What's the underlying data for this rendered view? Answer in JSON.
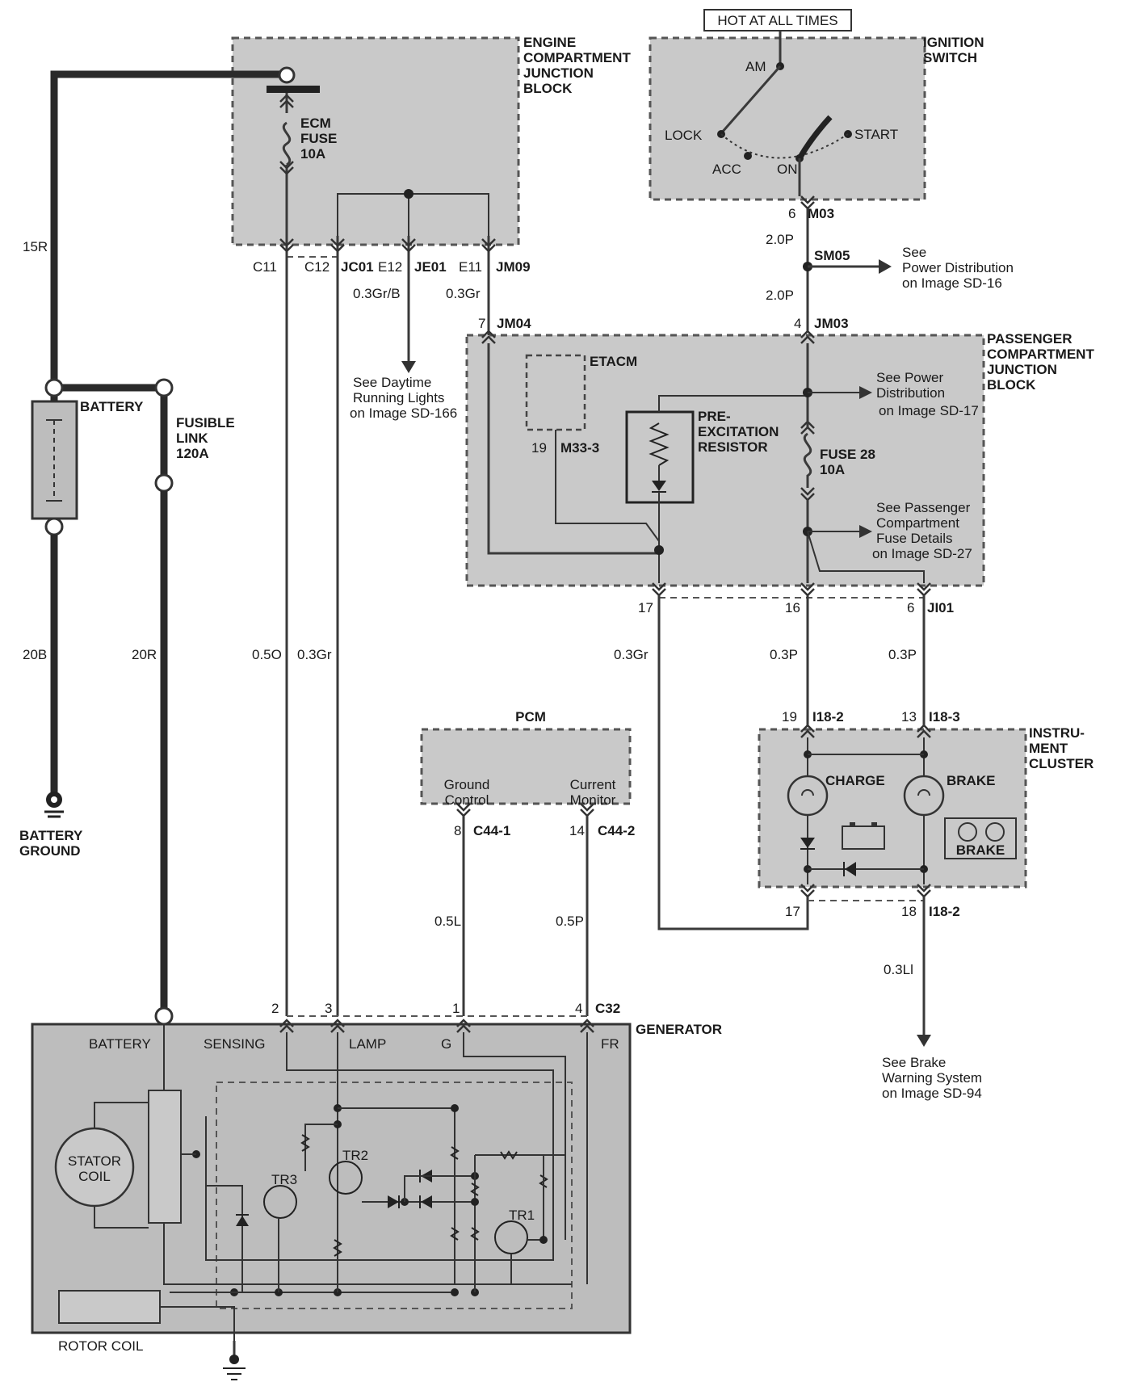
{
  "blocks": {
    "engine_jb": [
      "ENGINE",
      "COMPARTMENT",
      "JUNCTION",
      "BLOCK"
    ],
    "ignition_switch": [
      "IGNITION",
      "SWITCH"
    ],
    "passenger_jb": [
      "PASSENGER",
      "COMPARTMENT",
      "JUNCTION",
      "BLOCK"
    ],
    "pcm": "PCM",
    "instrument_cluster": [
      "INSTRU-",
      "MENT",
      "CLUSTER"
    ],
    "generator": "GENERATOR",
    "etacm": "ETACM"
  },
  "ignition": {
    "hot": "HOT AT ALL TIMES",
    "am": "AM",
    "lock": "LOCK",
    "acc": "ACC",
    "on": "ON",
    "start": "START"
  },
  "ecm_fuse": [
    "ECM",
    "FUSE",
    "10A"
  ],
  "fuse28": [
    "FUSE 28",
    "10A"
  ],
  "pre_excitation": [
    "PRE-",
    "EXCITATION",
    "RESISTOR"
  ],
  "battery": {
    "label": "BATTERY",
    "fusible": [
      "FUSIBLE",
      "LINK",
      "120A"
    ],
    "ground": [
      "BATTERY",
      "GROUND"
    ]
  },
  "wires": {
    "w15R": "15R",
    "w20B": "20B",
    "w20R": "20R",
    "w05O": "0.5O",
    "w03Gr_a": "0.3Gr",
    "w03GrB": "0.3Gr/B",
    "w03Gr_b": "0.3Gr",
    "w20P_a": "2.0P",
    "w20P_b": "2.0P",
    "w03Gr_c": "0.3Gr",
    "w03P_a": "0.3P",
    "w03P_b": "0.3P",
    "w05L": "0.5L",
    "w05P": "0.5P",
    "w03Ll": "0.3Ll"
  },
  "connectors": {
    "c11": "C11",
    "c12": "C12",
    "jc01": "JC01",
    "e12": "E12",
    "je01": "JE01",
    "e11": "E11",
    "jm09": "JM09",
    "p7": "7",
    "jm04": "JM04",
    "p6": "6",
    "m03": "M03",
    "sm05": "SM05",
    "p4": "4",
    "jm03": "JM03",
    "p19": "19",
    "m33": "M33-3",
    "p17": "17",
    "p16": "16",
    "p6b": "6",
    "ji01": "JI01",
    "p19b": "19",
    "i18_2": "I18-2",
    "p13": "13",
    "i18_3": "I18-3",
    "p8": "8",
    "c44_1": "C44-1",
    "p14": "14",
    "c44_2": "C44-2",
    "p17b": "17",
    "p18": "18",
    "i18_2b": "I18-2",
    "g2": "2",
    "g3": "3",
    "g1": "1",
    "g4": "4",
    "c32": "C32"
  },
  "refs": {
    "power_dist": [
      "See",
      "Power Distribution",
      "on Image SD-16"
    ],
    "drl": [
      "See Daytime",
      "Running Lights",
      "on Image SD-166"
    ],
    "power_dist2": [
      "See Power",
      "Distribution",
      "on Image SD-17"
    ],
    "pass_fuse": [
      "See Passenger",
      "Compartment",
      "Fuse Details",
      "on Image SD-27"
    ],
    "brake_warn": [
      "See Brake",
      "Warning System",
      "on Image SD-94"
    ]
  },
  "pcm_pins": {
    "ground": [
      "Ground",
      "Control"
    ],
    "current": [
      "Current",
      "Monitor"
    ]
  },
  "cluster": {
    "charge": "CHARGE",
    "brake": "BRAKE",
    "brake_icon": "BRAKE"
  },
  "generator": {
    "battery": "BATTERY",
    "sensing": "SENSING",
    "lamp": "LAMP",
    "g": "G",
    "fr": "FR",
    "stator": [
      "STATOR",
      "COIL"
    ],
    "rotor": "ROTOR COIL",
    "tr1": "TR1",
    "tr2": "TR2",
    "tr3": "TR3"
  }
}
